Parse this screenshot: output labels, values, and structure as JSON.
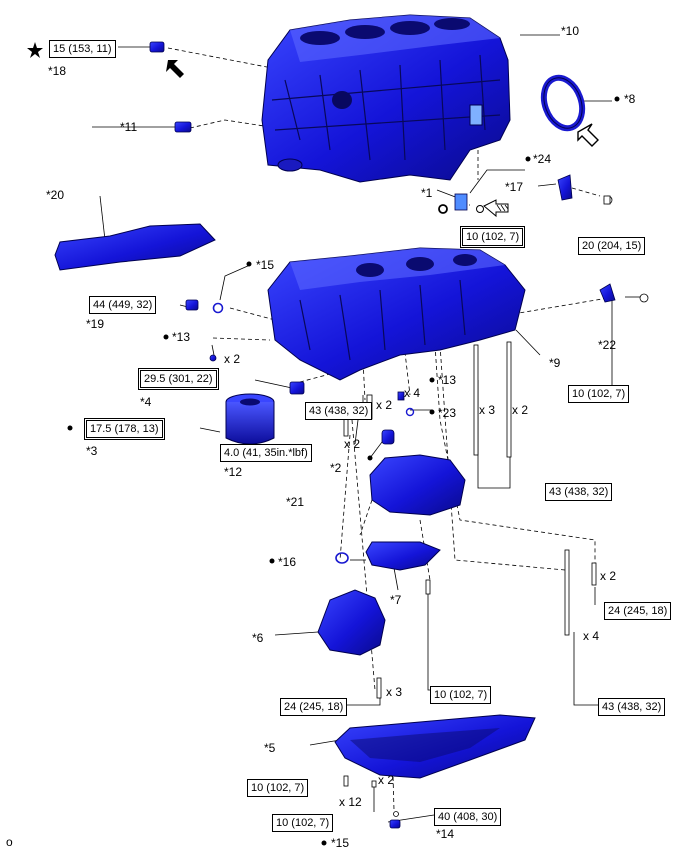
{
  "figure_code": "o",
  "labels": {
    "l1": "*1",
    "l2": "*2",
    "l3": "*3",
    "l4": "*4",
    "l5": "*5",
    "l6": "*6",
    "l7": "*7",
    "l8": "*8",
    "l9": "*9",
    "l10": "*10",
    "l11": "*11",
    "l12": "*12",
    "l13": "*13",
    "l14": "*14",
    "l15": "*15",
    "l16": "*16",
    "l17": "*17",
    "l18": "*18",
    "l19": "*19",
    "l20": "*20",
    "l21": "*21",
    "l22": "*22",
    "l23": "*23",
    "l24": "*24"
  },
  "torques": {
    "t18": "15 (153, 11)",
    "t1": "10 (102, 7)",
    "t17": "20 (204, 15)",
    "t19": "44 (449, 32)",
    "t4": "29.5 (301, 22)",
    "t43": "43 (438, 32)",
    "t22": "10 (102, 7)",
    "t3": "17.5 (178, 13)",
    "t12": "4.0 (41, 35in.*lbf)",
    "t24": "24 (245, 18)",
    "t10": "10 (102, 7)",
    "t14": "40 (408, 30)"
  },
  "quantities": {
    "x2": "x 2",
    "x3": "x 3",
    "x4": "x 4",
    "x12": "x 12"
  },
  "colors": {
    "part_blue": "#1414d8",
    "part_highlight": "#3a46ff",
    "part_shadow": "#0a0a8a"
  }
}
